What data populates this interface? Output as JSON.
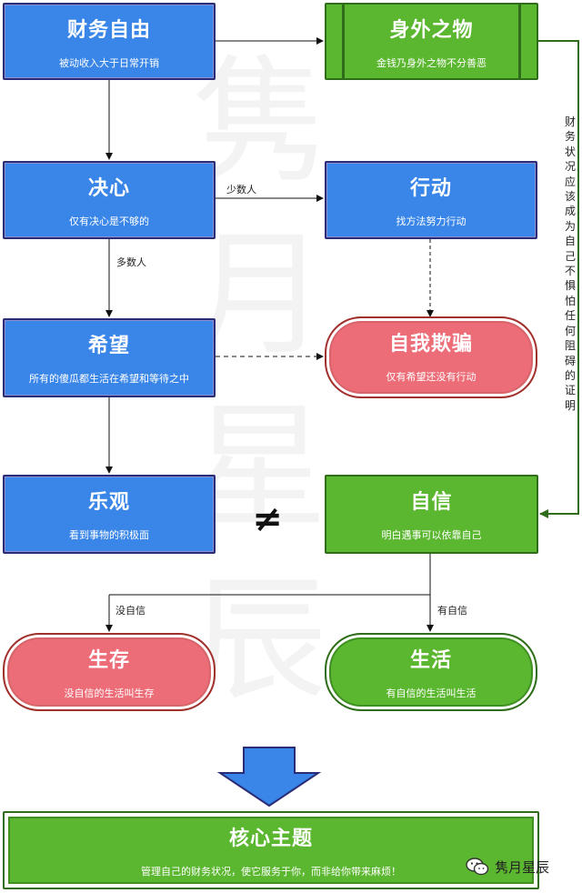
{
  "watermark": "隽月星辰",
  "nodes": {
    "caiwu": {
      "title": "财务自由",
      "sub": "被动收入大于日常开销"
    },
    "shenwai": {
      "title": "身外之物",
      "sub": "金钱乃身外之物不分善恶"
    },
    "juexin": {
      "title": "决心",
      "sub": "仅有决心是不够的"
    },
    "xingdong": {
      "title": "行动",
      "sub": "找方法努力行动"
    },
    "xiwang": {
      "title": "希望",
      "sub": "所有的傻瓜都生活在希望和等待之中"
    },
    "ziwo": {
      "title": "自我欺骗",
      "sub": "仅有希望还没有行动"
    },
    "leguan": {
      "title": "乐观",
      "sub": "看到事物的积极面"
    },
    "zixin": {
      "title": "自信",
      "sub": "明白遇事可以依靠自己"
    },
    "shengcun": {
      "title": "生存",
      "sub": "没自信的生活叫生存"
    },
    "shenghuo": {
      "title": "生活",
      "sub": "有自信的生活叫生活"
    },
    "hexin": {
      "title": "核心主题",
      "sub": "管理自己的财务状况，使它服务于你，而非给你带来麻烦！"
    }
  },
  "labels": {
    "shaoshu": "少数人",
    "duoshu": "多数人",
    "meizixin": "没自信",
    "youzixin": "有自信",
    "side": "财务状况应该成为自己不惧怕任何阻碍的证明",
    "neq": "≠"
  },
  "brand": {
    "name": "隽月星辰",
    "icon": "wechat-icon"
  },
  "colors": {
    "blue": "#3a86e8",
    "green": "#5cb730",
    "red": "#ec6c77",
    "arrow": "#3a86e8"
  }
}
